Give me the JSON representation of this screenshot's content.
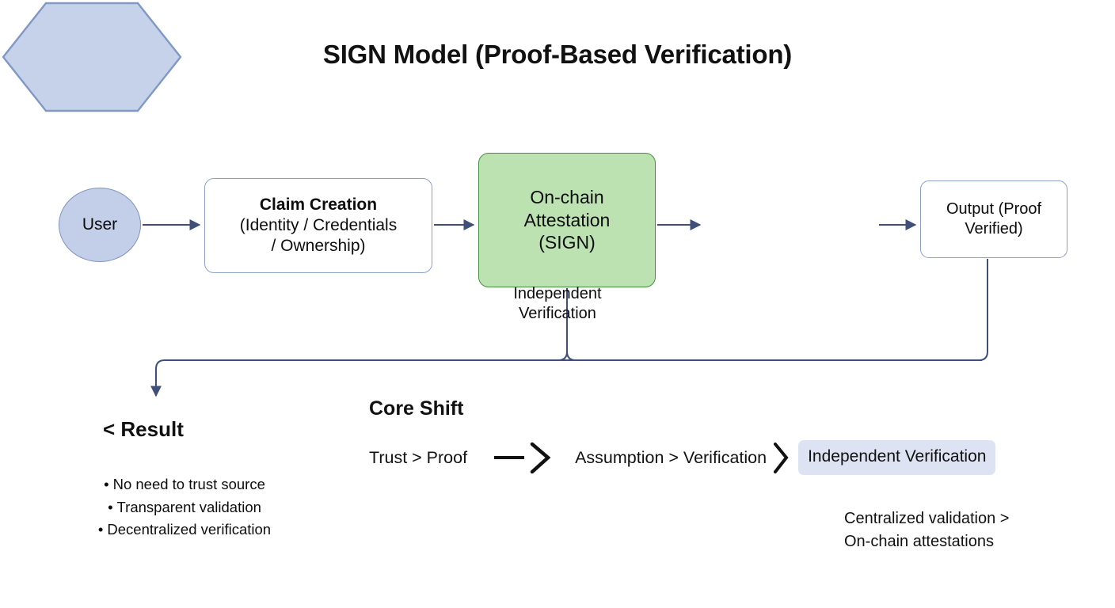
{
  "title": "SIGN Model (Proof-Based Verification)",
  "colors": {
    "node_blue_fill": "#c3cfe8",
    "node_blue_border": "#7f93bd",
    "node_white_fill": "#ffffff",
    "node_white_border": "#8ba0c6",
    "node_green_fill": "#bce2b2",
    "node_green_border": "#43903f",
    "hex_fill": "#c6d1ea",
    "hex_border": "#8198c4",
    "connector": "#3f4f7a",
    "highlight_chip": "#dde3f3",
    "text": "#111111"
  },
  "flow": {
    "user": {
      "label": "User"
    },
    "claim": {
      "line1": "Claim Creation",
      "line2": "(Identity / Credentials",
      "line3": "/ Ownership)"
    },
    "attestation": {
      "line1": "On-chain",
      "line2": "Attestation",
      "line3": "(SIGN)"
    },
    "verification": {
      "line1": "Independent",
      "line2": "Verification"
    },
    "output": {
      "line1": "Output (Proof",
      "line2": "Verified)"
    }
  },
  "result": {
    "heading": "< Result",
    "bullet_glyph": "•",
    "items": [
      "No need to trust source",
      "Transparent validation",
      "Decentralized verification"
    ]
  },
  "core_shift": {
    "heading": "Core Shift",
    "from": "Trust > Proof",
    "middle": "Assumption > Verification",
    "highlight": "Independent Verification"
  },
  "note": {
    "line1": "Centralized validation >",
    "line2": "On-chain attestations"
  }
}
